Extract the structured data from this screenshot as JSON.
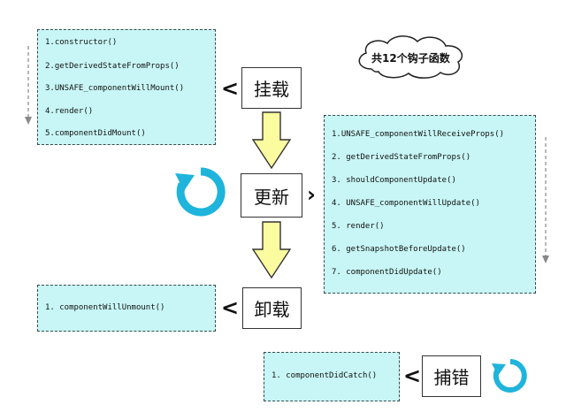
{
  "cloud": {
    "text": "共12个钩子函数"
  },
  "stages": {
    "mount": "挂载",
    "update": "更新",
    "unmount": "卸载",
    "catch": "捕错"
  },
  "chevron": "<",
  "mount_hooks": [
    "1.constructor()",
    "2.getDerivedStateFromProps()",
    "3.UNSAFE_componentWillMount()",
    "4.render()",
    "5.componentDidMount()"
  ],
  "update_hooks": [
    "1.UNSAFE_componentWillReceiveProps()",
    "2.  getDerivedStateFromProps()",
    "3.  shouldComponentUpdate()",
    "4.  UNSAFE_componentWillUpdate()",
    "5.  render()",
    "6.  getSnapshotBeforeUpdate()",
    "7.  componentDidUpdate()"
  ],
  "unmount_hooks": [
    "1.  componentWillUnmount()"
  ],
  "catch_hooks": [
    "1.  componentDidCatch()"
  ],
  "colors": {
    "box_fill": "#c8f6f6",
    "arrow_fill": "#fbfba0",
    "cycle_icon": "#1eb4dc"
  },
  "icons": [
    "cycle-icon",
    "down-arrow-icon",
    "chevron-left-icon",
    "cloud-icon"
  ]
}
